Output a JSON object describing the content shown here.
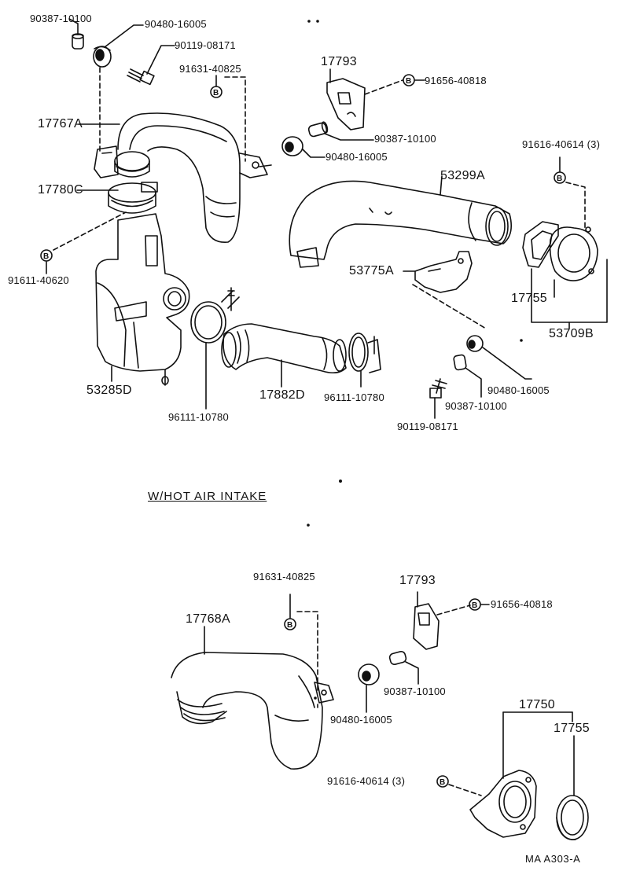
{
  "labels": {
    "p90387_top": "90387-10100",
    "p90480_top": "90480-16005",
    "p90119_top": "90119-08171",
    "p91631_top": "91631-40825",
    "p17793_top": "17793",
    "p91656_top": "91656-40818",
    "p17767A": "17767A",
    "p90387_mid": "90387-10100",
    "p90480_mid": "90480-16005",
    "p91616_top": "91616-40614 (3)",
    "p17780C": "17780C",
    "p53299A": "53299A",
    "p91611": "91611-40620",
    "p53775A": "53775A",
    "p17755_top": "17755",
    "p53709B": "53709B",
    "p53285D": "53285D",
    "p17882D": "17882D",
    "p96111_left": "96111-10780",
    "p96111_right": "96111-10780",
    "p90480_low": "90480-16005",
    "p90387_low": "90387-10100",
    "p90119_low": "90119-08171",
    "p91631_bot": "91631-40825",
    "p17793_bot": "17793",
    "p91656_bot": "91656-40818",
    "p17768A": "17768A",
    "p90387_bot": "90387-10100",
    "p90480_bot": "90480-16005",
    "p17750": "17750",
    "p17755_bot": "17755",
    "p91616_bot": "91616-40614 (3)"
  },
  "section_title": "W/HOT AIR INTAKE",
  "diagram_code": "MA  A303-A",
  "b_marker": "B"
}
